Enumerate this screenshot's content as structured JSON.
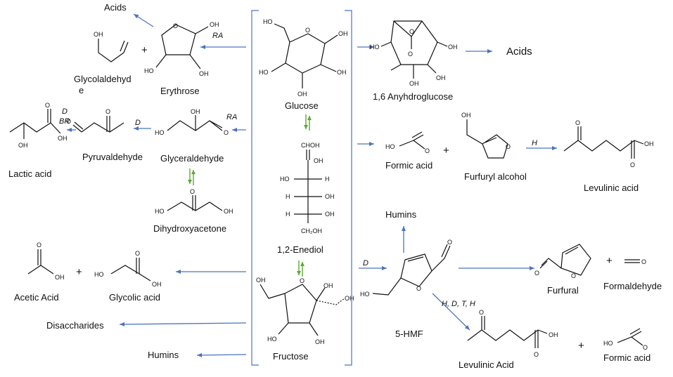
{
  "compounds": {
    "acids_top_left": "Acids",
    "glycolaldehyde": "Glycolaldehyd",
    "glycolaldehyde_cont": "e",
    "erythrose": "Erythrose",
    "glucose": "Glucose",
    "anhydroglucose": "1,6 Anyhdroglucose",
    "acids_top_right": "Acids",
    "lactic_acid": "Lactic acid",
    "pyruvaldehyde": "Pyruvaldehyde",
    "glyceraldehyde": "Glyceraldehyde",
    "dihydroxyacetone": "Dihydroxyacetone",
    "enediol": "1,2-Enediol",
    "formic_acid_top": "Formic acid",
    "furfuryl_alcohol": "Furfuryl alcohol",
    "levulinic_acid_top": "Levulinic acid",
    "humins_right": "Humins",
    "acetic_acid": "Acetic Acid",
    "glycolic_acid": "Glycolic acid",
    "fructose": "Fructose",
    "disaccharides": "Disaccharides",
    "humins_bottom": "Humins",
    "hmf": "5-HMF",
    "furfural": "Furfural",
    "formaldehyde": "Formaldehyde",
    "levulinic_acid_bottom": "Levulinic Acid",
    "formic_acid_bottom": "Formic acid"
  },
  "reaction_labels": {
    "ra_erythrose": "RA",
    "ra_glyceraldehyde": "RA",
    "d_br": "D",
    "br": "BR",
    "d_pyruvaldehyde": "D",
    "h_levulinic": "H",
    "d_hmf": "D",
    "hdth": "H, D, T, H"
  },
  "symbols": {
    "plus": "+"
  },
  "groups": {
    "oh": "OH",
    "ho": "HO",
    "h": "H",
    "o": "O",
    "choh": "CHOH",
    "ch2oh": "CH₂OH"
  },
  "colors": {
    "arrow": "#4a74c0",
    "equilibrium": "#5aa832",
    "ink": "#111111"
  }
}
